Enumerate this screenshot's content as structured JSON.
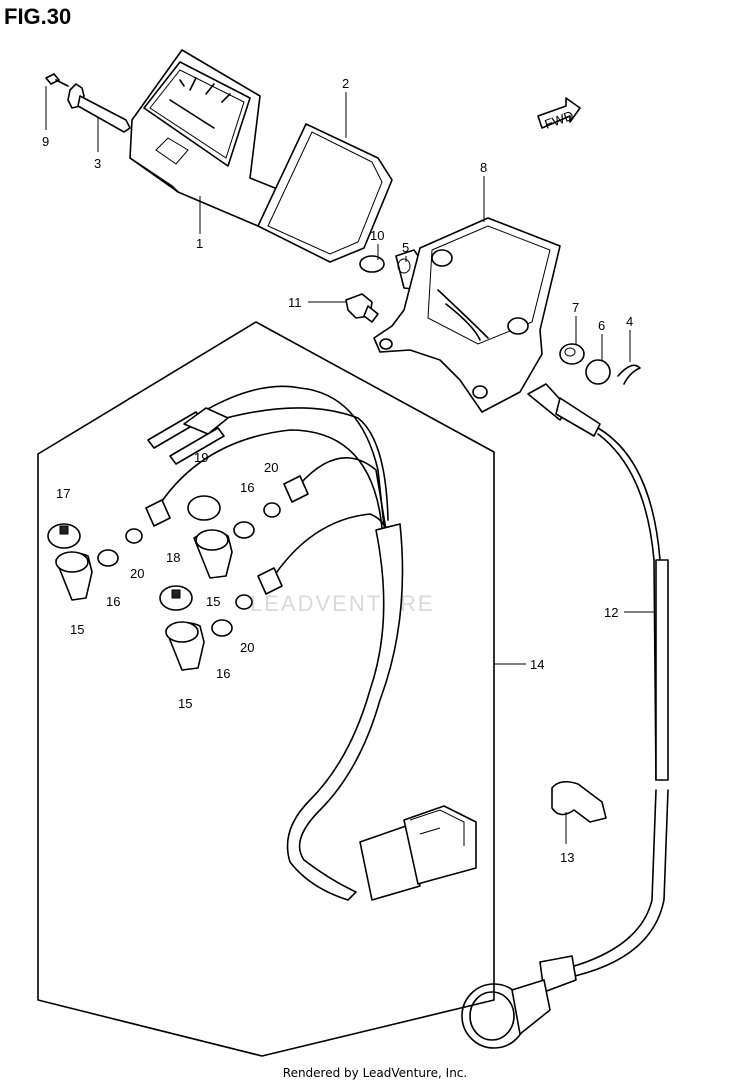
{
  "figure": {
    "title": "FIG.30"
  },
  "direction_label": "FWD",
  "watermark": "LEADVENTURE",
  "footer": "Rendered by LeadVenture, Inc.",
  "callouts": [
    {
      "id": "c1",
      "label": "1"
    },
    {
      "id": "c2",
      "label": "2"
    },
    {
      "id": "c3",
      "label": "3"
    },
    {
      "id": "c4",
      "label": "4"
    },
    {
      "id": "c5",
      "label": "5"
    },
    {
      "id": "c6",
      "label": "6"
    },
    {
      "id": "c7",
      "label": "7"
    },
    {
      "id": "c8",
      "label": "8"
    },
    {
      "id": "c9",
      "label": "9"
    },
    {
      "id": "c10",
      "label": "10"
    },
    {
      "id": "c11",
      "label": "11"
    },
    {
      "id": "c12",
      "label": "12"
    },
    {
      "id": "c13",
      "label": "13"
    },
    {
      "id": "c14",
      "label": "14"
    },
    {
      "id": "c15a",
      "label": "15"
    },
    {
      "id": "c15b",
      "label": "15"
    },
    {
      "id": "c15c",
      "label": "15"
    },
    {
      "id": "c16a",
      "label": "16"
    },
    {
      "id": "c16b",
      "label": "16"
    },
    {
      "id": "c16c",
      "label": "16"
    },
    {
      "id": "c17",
      "label": "17"
    },
    {
      "id": "c18",
      "label": "18"
    },
    {
      "id": "c19",
      "label": "19"
    },
    {
      "id": "c20a",
      "label": "20"
    },
    {
      "id": "c20b",
      "label": "20"
    },
    {
      "id": "c20c",
      "label": "20"
    }
  ]
}
